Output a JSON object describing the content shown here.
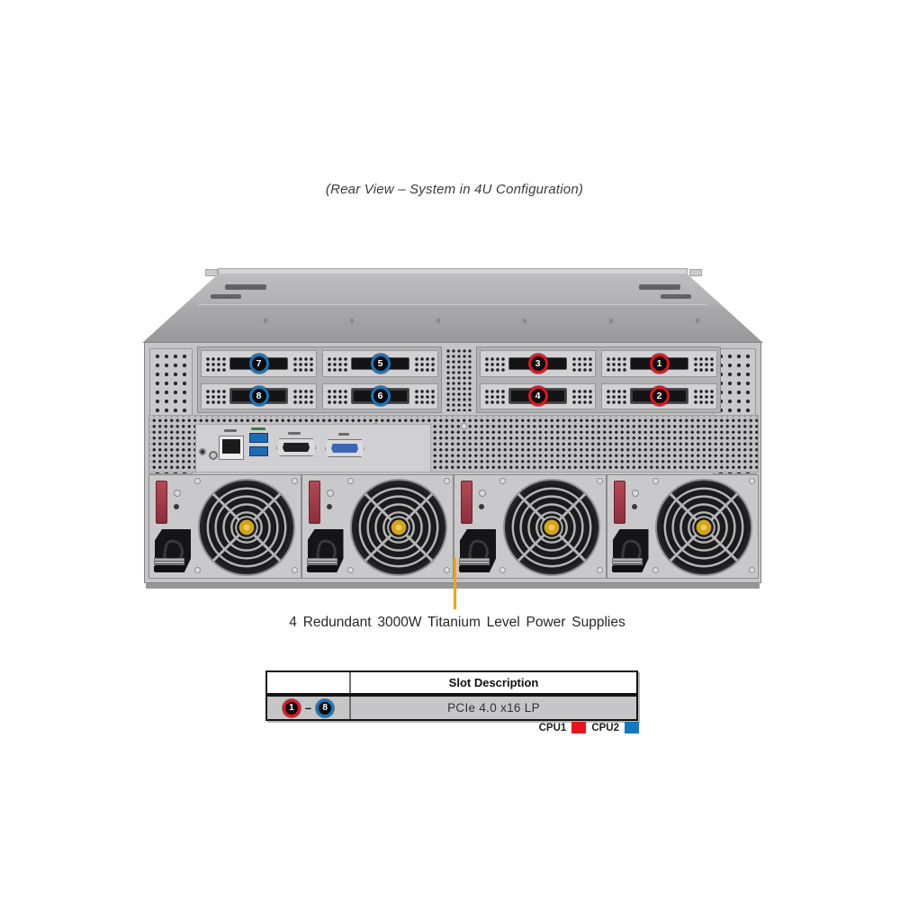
{
  "title": "(Rear View – System in 4U Configuration)",
  "colors": {
    "cpu1": "#e8131d",
    "cpu2": "#1577bf",
    "callout": "#f2a50c"
  },
  "server": {
    "risers": [
      {
        "cards": [
          {
            "label": "7",
            "cpu": "CPU2"
          },
          {
            "label": "5",
            "cpu": "CPU2"
          },
          {
            "label": "8",
            "cpu": "CPU2"
          },
          {
            "label": "6",
            "cpu": "CPU2"
          }
        ]
      },
      {
        "cards": [
          {
            "label": "3",
            "cpu": "CPU1"
          },
          {
            "label": "1",
            "cpu": "CPU1"
          },
          {
            "label": "4",
            "cpu": "CPU1"
          },
          {
            "label": "2",
            "cpu": "CPU1"
          }
        ]
      }
    ]
  },
  "psu_caption": "4 Redundant 3000W Titanium Level Power Supplies",
  "table": {
    "header": "Slot Description",
    "row": {
      "slot_from": "1",
      "slot_from_cpu": "CPU1",
      "range_dash": "–",
      "slot_to": "8",
      "slot_to_cpu": "CPU2",
      "description": "PCIe 4.0 x16 LP"
    }
  },
  "legend": [
    {
      "id": "CPU1",
      "label": "CPU1"
    },
    {
      "id": "CPU2",
      "label": "CPU2"
    }
  ]
}
